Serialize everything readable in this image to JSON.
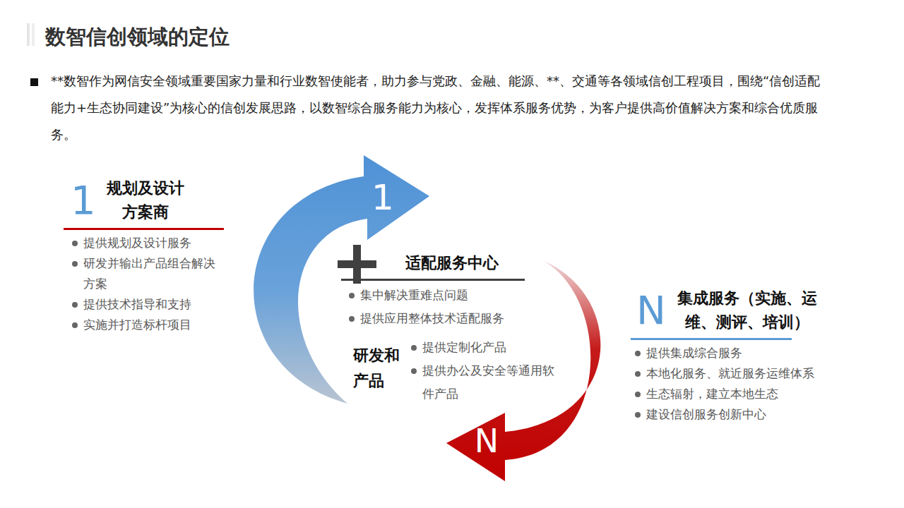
{
  "diagram": {
    "title": "数智信创领域的定位",
    "nodes": [
      {
        "text": [
          "1",
          "规划及设计方案商",
          "提供规划及设计服务",
          "研发并输出产品组合解决方案",
          "提供技术指导和支持",
          "实施并打造标杆项目"
        ]
      },
      {
        "text": [
          "适配服务中心",
          "集中解决重难点问题",
          "提供应用整体技术适配服务"
        ]
      },
      {
        "text": [
          "研发和产品",
          "提供定制化产品",
          "提供办公及安全等通用软件产品"
        ]
      },
      {
        "text": [
          "N",
          "集成服务（实施、运维、测评、培训）",
          "提供集成综合服务",
          "本地化服务、就近服务运维体系",
          "生态辐射，建立本地生态",
          "建设信创服务创新中心"
        ]
      }
    ],
    "labels": [
      "**数智作为网信安全领域重要国家力量和行业数智使能者，助力参与党政、金融、能源、**、交通等各领域信创工程项目，围绕“信创适配能力+生态协同建设”为核心的信创发展思路，以数智综合服务能力为核心，发挥体系服务优势，为客户提供高价值解决方案和综合优质服务。",
      "1",
      "N"
    ]
  }
}
